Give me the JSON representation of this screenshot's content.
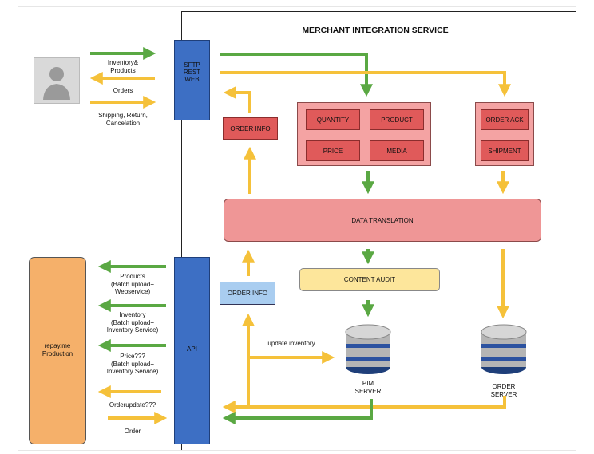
{
  "title": "MERCHANT INTEGRATION SERVICE",
  "user_labels": {
    "inventory_products": [
      "Inventory&",
      "Products"
    ],
    "orders": "Orders",
    "shipping": [
      "Shipping, Return,",
      "Cancelation"
    ]
  },
  "sftp_box": [
    "SFTP",
    "REST",
    "WEB"
  ],
  "api_box": "API",
  "order_info_top": "ORDER INFO",
  "order_info_bottom": "ORDER INFO",
  "product_panel": {
    "quantity": "QUANTITY",
    "product": "PRODUCT",
    "price": "PRICE",
    "media": "MEDIA"
  },
  "order_panel": {
    "order_ack": "ORDER ACK",
    "shipment": "SHIPMENT"
  },
  "data_translation": "DATA TRANSLATION",
  "content_audit": "CONTENT AUDIT",
  "update_inventory": "update inventory",
  "pim_server": [
    "PIM",
    "SERVER"
  ],
  "order_server": [
    "ORDER",
    "SERVER"
  ],
  "repay": [
    "repay.me",
    "Production"
  ],
  "left_labels": {
    "products": [
      "Products",
      "(Batch upload+",
      "Webservice)"
    ],
    "inventory": [
      "Inventory",
      "(Batch upload+",
      "Inventory Service)"
    ],
    "price": [
      "Price???",
      "(Batch upload+",
      "Inventory Service)"
    ],
    "orderupdate": "Orderupdate???",
    "order": "Order"
  },
  "colors": {
    "green": "#5aa843",
    "yellow": "#f5c13a",
    "red_box": "#e05a5a",
    "pink_panel": "#f4a3a3",
    "blue": "#3d6fc4",
    "light_blue": "#a9cdf0",
    "orange": "#f5b06a",
    "audit": "#fde69b"
  }
}
